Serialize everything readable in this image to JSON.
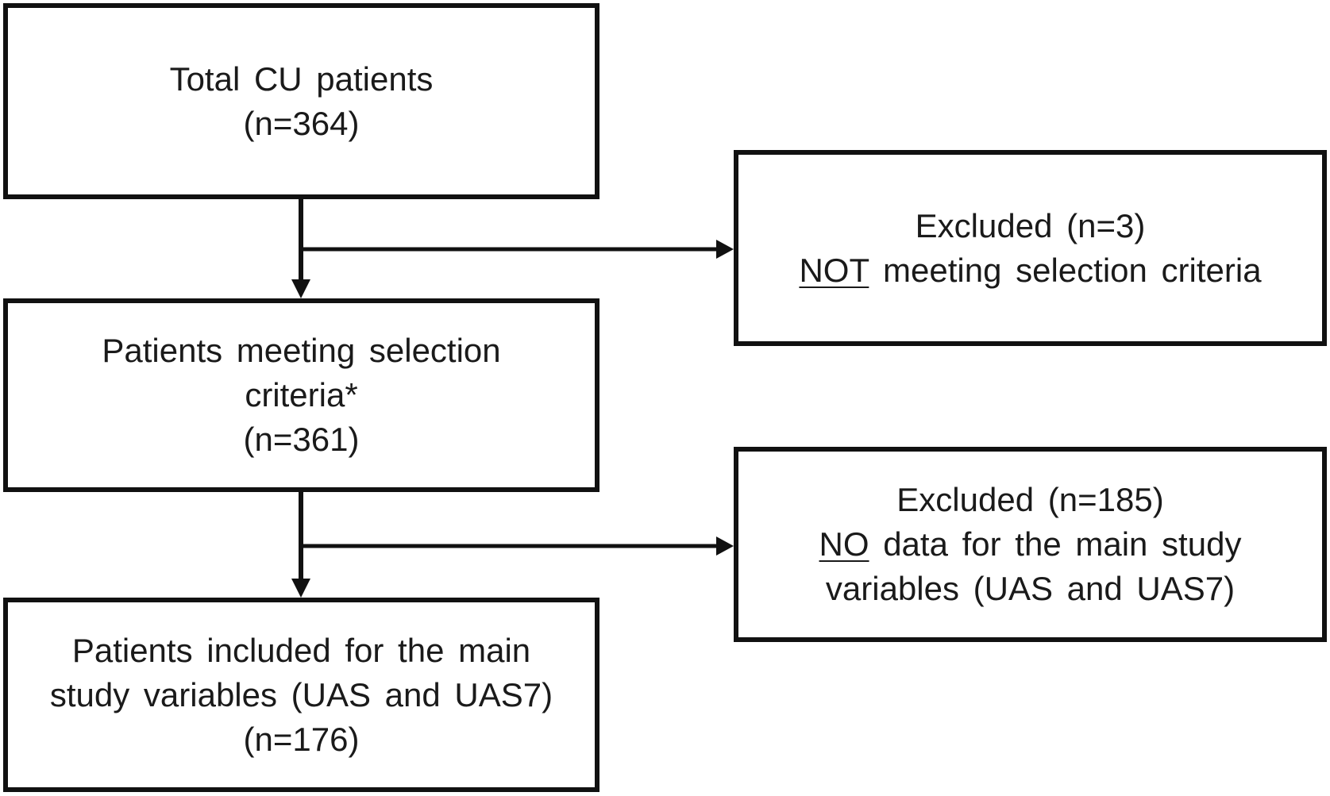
{
  "boxes": {
    "total": {
      "line1": "Total CU patients",
      "line2": "(n=364)"
    },
    "meeting": {
      "line1": "Patients meeting selection",
      "line2": "criteria*",
      "line3": "(n=361)"
    },
    "included": {
      "line1": "Patients included for the main",
      "line2": "study variables (UAS and UAS7)",
      "line3": "(n=176)"
    },
    "excluded_1": {
      "line1": "Excluded (n=3)",
      "line2_underlined": "NOT",
      "line2_rest": " meeting selection criteria"
    },
    "excluded_2": {
      "line1": "Excluded (n=185)",
      "line2_underlined": "NO",
      "line2_rest": " data for the main study",
      "line3": "variables (UAS and UAS7)"
    }
  },
  "colors": {
    "stroke": "#111111",
    "text": "#1a1a1a",
    "background": "#ffffff"
  }
}
